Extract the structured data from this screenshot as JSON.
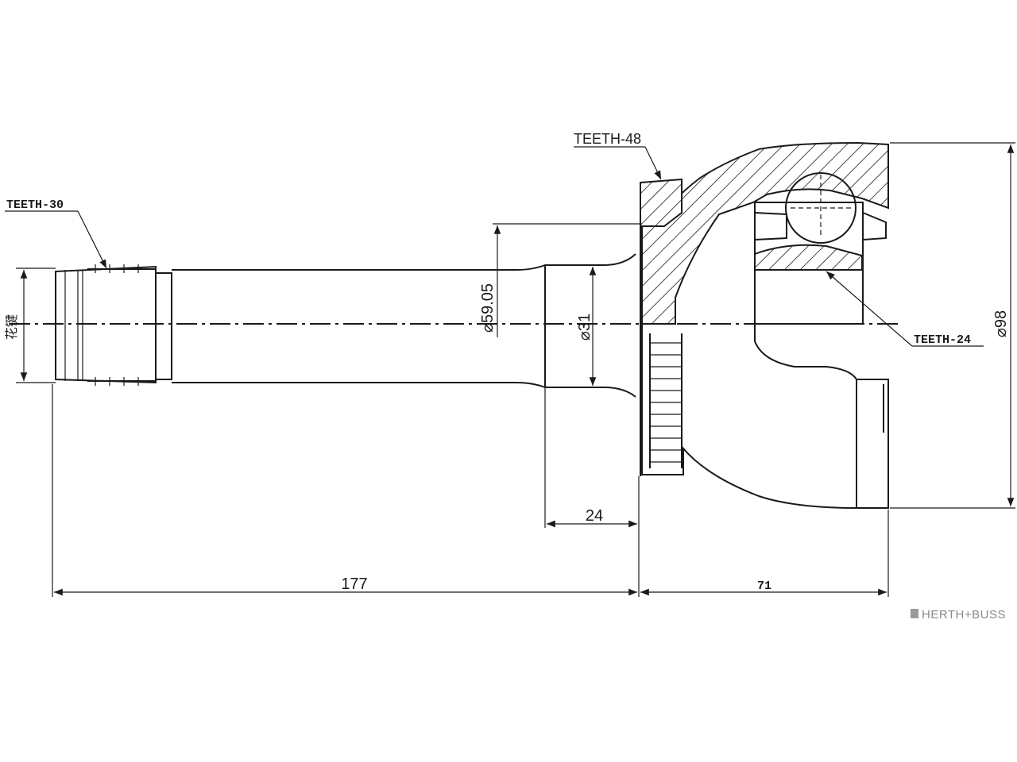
{
  "drawing": {
    "callouts": {
      "teeth_30": "TEETH-30",
      "teeth_48": "TEETH-48",
      "teeth_24": "TEETH-24"
    },
    "dimensions": {
      "spline_dia": "花键",
      "dia_59_05": "⌀59.05",
      "dia_31": "⌀31",
      "dia_98": "⌀98",
      "len_24": "24",
      "len_177": "177",
      "len_71": "71"
    }
  },
  "brand": {
    "name": "HERTH+BUSS"
  }
}
